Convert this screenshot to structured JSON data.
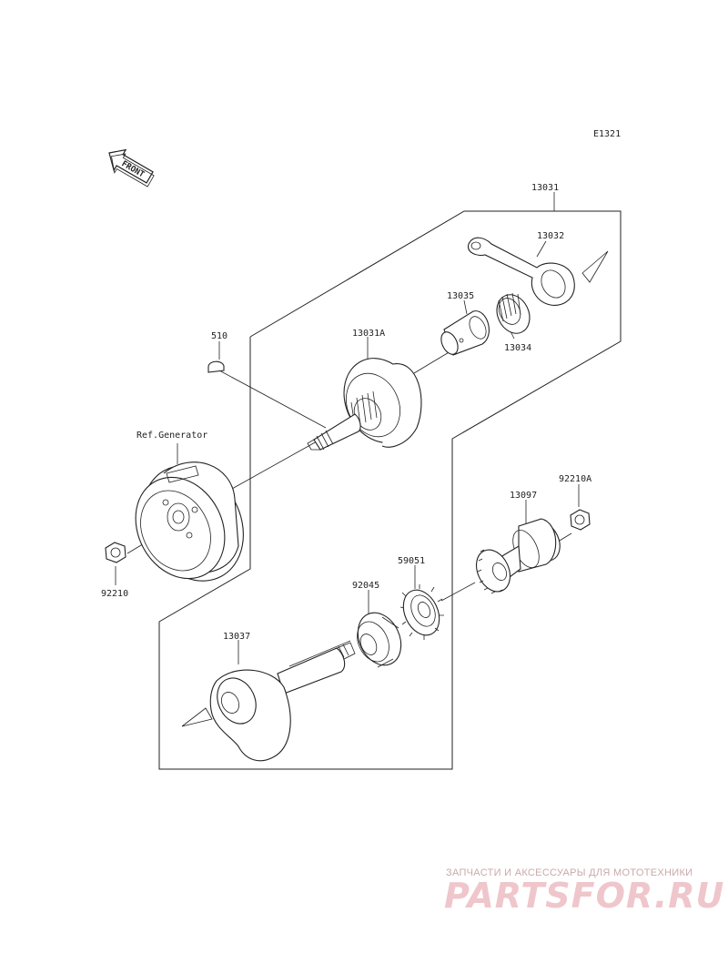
{
  "diagram": {
    "code": "E1321",
    "front_label": "FRONT",
    "parts": {
      "p13031": "13031",
      "p13032": "13032",
      "p13035": "13035",
      "p13034": "13034",
      "p510": "510",
      "p13031A": "13031A",
      "ref_generator": "Ref.Generator",
      "p92210A": "92210A",
      "p13097": "13097",
      "p59051": "59051",
      "p92045": "92045",
      "p92210": "92210",
      "p13037": "13037"
    }
  },
  "watermark": {
    "tagline": "ЗАПЧАСТИ И АКСЕССУАРЫ ДЛЯ МОТОТЕХНИКИ",
    "brand": "PARTSFOR.RU",
    "color": "#e8a5ad"
  }
}
